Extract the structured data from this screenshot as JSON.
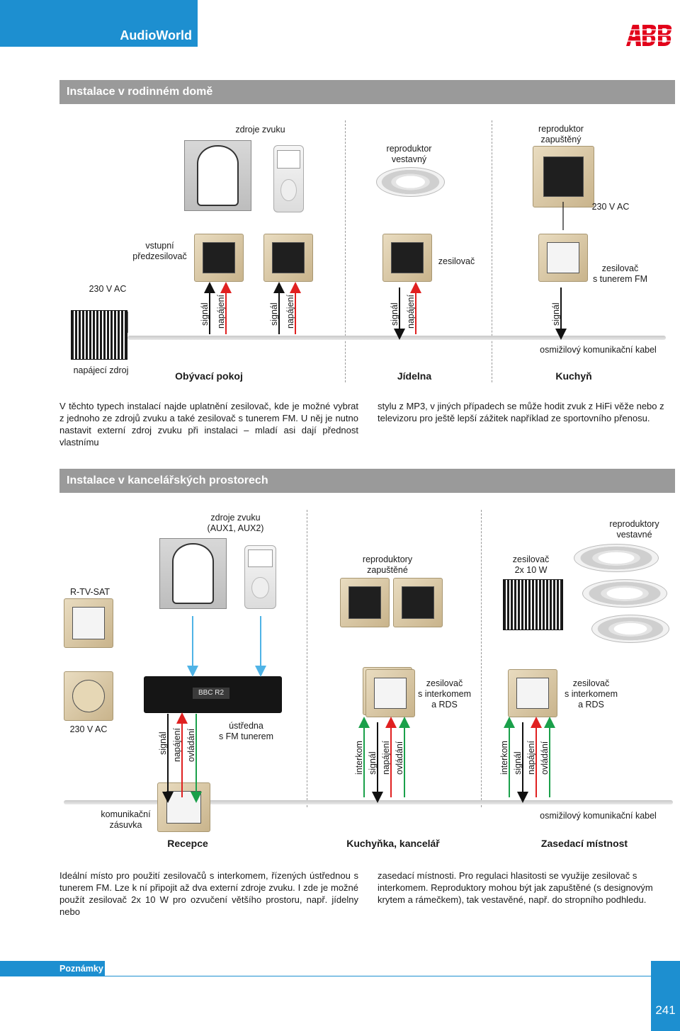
{
  "header": {
    "brand": "AudioWorld",
    "logo_text": "ABB"
  },
  "colors": {
    "accent": "#1d8fd0",
    "section_bar": "#9a9a9a",
    "arrow_red": "#e02020",
    "arrow_green": "#1aa04a",
    "arrow_blue": "#4fb3e6",
    "arrow_black": "#111111"
  },
  "section1": {
    "title": "Instalace v rodinném domě",
    "labels": {
      "sources": "zdroje zvuku",
      "speaker_builtin": "reproduktor\nvestavný",
      "speaker_flush": "reproduktor\nzapuštěný",
      "ac_right": "230 V AC",
      "preamp": "vstupní\npředzesilovač",
      "ac_left": "230 V AC",
      "amplifier": "zesilovač",
      "amp_tuner": "zesilovač\ns tunerem FM",
      "cable": "osmižilový komunikační kabel",
      "power_supply": "napájecí zdroj"
    },
    "vertical": {
      "signal": "signál",
      "power": "napájení"
    },
    "rooms": {
      "living": "Obývací pokoj",
      "dining": "Jídelna",
      "kitchen": "Kuchyň"
    },
    "text_left": "V těchto typech instalací najde uplatnění zesilovač, kde je možné vybrat z jednoho ze zdrojů zvuku a také zesilovač s tunerem FM. U něj je nutno nastavit externí zdroj zvuku při instalaci – mladí asi dají přednost vlastnímu",
    "text_right": "stylu z MP3, v jiných případech se může hodit zvuk z HiFi věže nebo z televizoru pro ještě lepší zážitek například ze sportovního přenosu."
  },
  "section2": {
    "title": "Instalace v kancelářských prostorech",
    "labels": {
      "sources": "zdroje zvuku\n(AUX1, AUX2)",
      "speakers_builtin": "reproduktory\nvestavné",
      "rtv": "R-TV-SAT",
      "speakers_flush": "reproduktory\nzapuštěné",
      "amp_10w": "zesilovač\n2x 10 W",
      "amp_intercom_1": "zesilovač\ns interkomem\na RDS",
      "amp_intercom_2": "zesilovač\ns interkomem\na RDS",
      "ac": "230 V AC",
      "central": "ústředna\ns FM tunerem",
      "socket": "komunikační\nzásuvka",
      "cable": "osmižilový komunikační kabel",
      "tuner_display": "BBC R2"
    },
    "vertical": {
      "signal": "signál",
      "power": "napájení",
      "control": "ovládání",
      "intercom": "interkom"
    },
    "rooms": {
      "reception": "Recepce",
      "kitchen_office": "Kuchyňka, kancelář",
      "meeting": "Zasedací místnost"
    },
    "text_left": "Ideální místo pro použití zesilovačů s interkomem, řízených ústřednou s tunerem FM. Lze k ní připojit až dva externí zdroje zvuku. I zde je možné použít zesilovač 2x 10 W pro ozvučení většího prostoru, např. jídelny nebo",
    "text_right": "zasedací místnosti. Pro regulaci hlasitosti se využije zesilovač s interkomem. Reproduktory mohou být jak zapuštěné (s designovým krytem a rámečkem), tak vestavěné, např. do stropního podhledu."
  },
  "footer": {
    "notes": "Poznámky",
    "page": "241"
  }
}
